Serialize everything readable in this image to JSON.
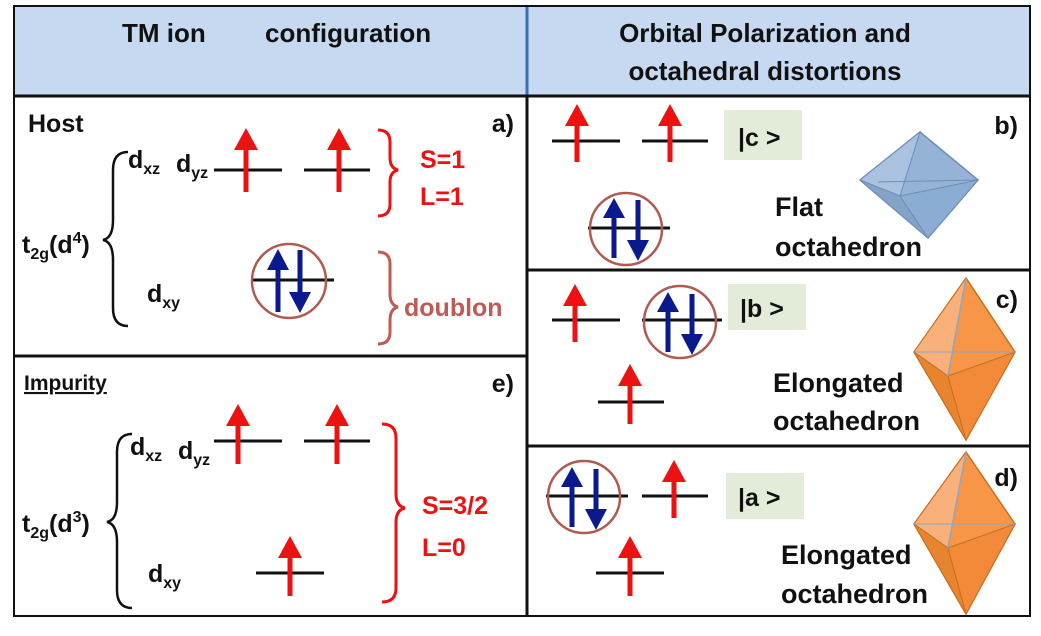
{
  "colors": {
    "header_bg": "#c6d9f1",
    "border": "#111111",
    "header_divider": "#3a6fb0",
    "spin_up": "#ee1111",
    "spin_down": "#0a1a8c",
    "circle": "#b05a50",
    "brace_red": "#ee1111",
    "brace_pink": "#c05a55",
    "ket_bg": "#e3ecd9",
    "flat_octahedron": "#95b3d7",
    "elongated_octahedron": "#f79646"
  },
  "header": {
    "left": {
      "tm_ion": "TM ion",
      "configuration": "configuration"
    },
    "right": {
      "line1": "Orbital Polarization and",
      "line2": "octahedral distortions"
    }
  },
  "host": {
    "title": "Host",
    "panel_label": "a)",
    "shell_main": "t",
    "shell_sub": "2g",
    "shell_open": "(d",
    "shell_sup": "4",
    "shell_close": ")",
    "dxz_main": "d",
    "dxz_sub": "xz",
    "dyz_main": "d",
    "dyz_sub": "yz",
    "dxy_main": "d",
    "dxy_sub": "xy",
    "spin_label": "S=1",
    "orbital_label": "L=1",
    "doublon_label": "doublon"
  },
  "impurity": {
    "title": "Impurity",
    "panel_label": "e)",
    "shell_main": "t",
    "shell_sub": "2g",
    "shell_open": "(d",
    "shell_sup": "3",
    "shell_close": ")",
    "dxz_main": "d",
    "dxz_sub": "xz",
    "dyz_main": "d",
    "dyz_sub": "yz",
    "dxy_main": "d",
    "dxy_sub": "xy",
    "spin_label": "S=3/2",
    "orbital_label": "L=0"
  },
  "panel_b": {
    "label": "b)",
    "ket": "|c >",
    "shape_line1": "Flat",
    "shape_line2": "octahedron"
  },
  "panel_c": {
    "label": "c)",
    "ket": "|b >",
    "shape_line1": "Elongated",
    "shape_line2": "octahedron"
  },
  "panel_d": {
    "label": "d)",
    "ket": "|a >",
    "shape_line1": "Elongated",
    "shape_line2": "octahedron"
  }
}
